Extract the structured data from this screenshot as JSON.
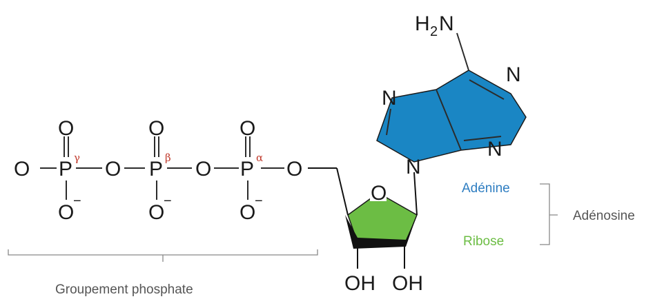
{
  "phosphates": [
    {
      "greek": "γ"
    },
    {
      "greek": "β"
    },
    {
      "greek": "α"
    }
  ],
  "atoms": {
    "O": "O",
    "P": "P",
    "O_minus": "O",
    "minus": "−",
    "ring_O": "O",
    "N": "N",
    "OH": "OH",
    "amine_H": "H",
    "amine_sub": "2",
    "amine_N": "N"
  },
  "labels": {
    "adenine": "Adénine",
    "ribose": "Ribose",
    "adenosine": "Adénosine",
    "phosphate_group": "Groupement phosphate"
  },
  "colors": {
    "adenine_fill": "#1a86c4",
    "ribose_fill": "#6cbd44",
    "adenine_text": "#2e7dc1",
    "ribose_text": "#6cbd44",
    "greek_text": "#c0392b",
    "bracket": "#888888"
  }
}
